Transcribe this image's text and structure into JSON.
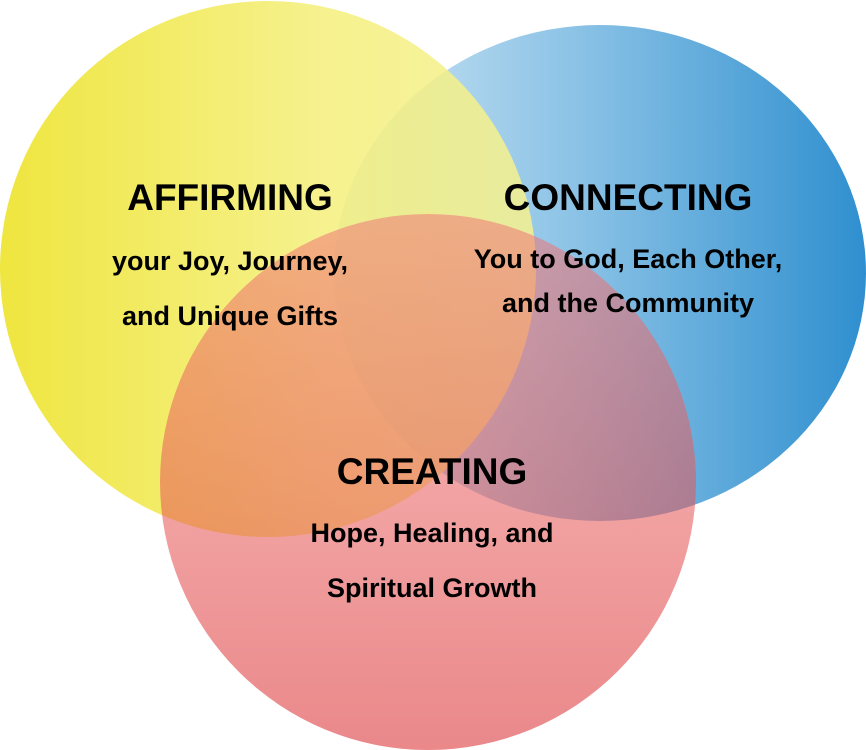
{
  "diagram": {
    "type": "venn",
    "circles": [
      {
        "id": "affirming",
        "color_light": "#f4ef7a",
        "color_dark": "#ece11e",
        "heading": "AFFIRMING",
        "lines": [
          "your Joy, Journey,",
          "and Unique Gifts"
        ]
      },
      {
        "id": "connecting",
        "color_light": "#cfe6f4",
        "color_dark": "#2f8fcf",
        "heading": "CONNECTING",
        "lines": [
          "You to God, Each Other,",
          "and the Community"
        ]
      },
      {
        "id": "creating",
        "color_light": "#f07878",
        "color_dark": "#d9262a",
        "heading": "CREATING",
        "lines": [
          "Hope, Healing, and",
          "Spiritual Growth"
        ]
      }
    ]
  }
}
